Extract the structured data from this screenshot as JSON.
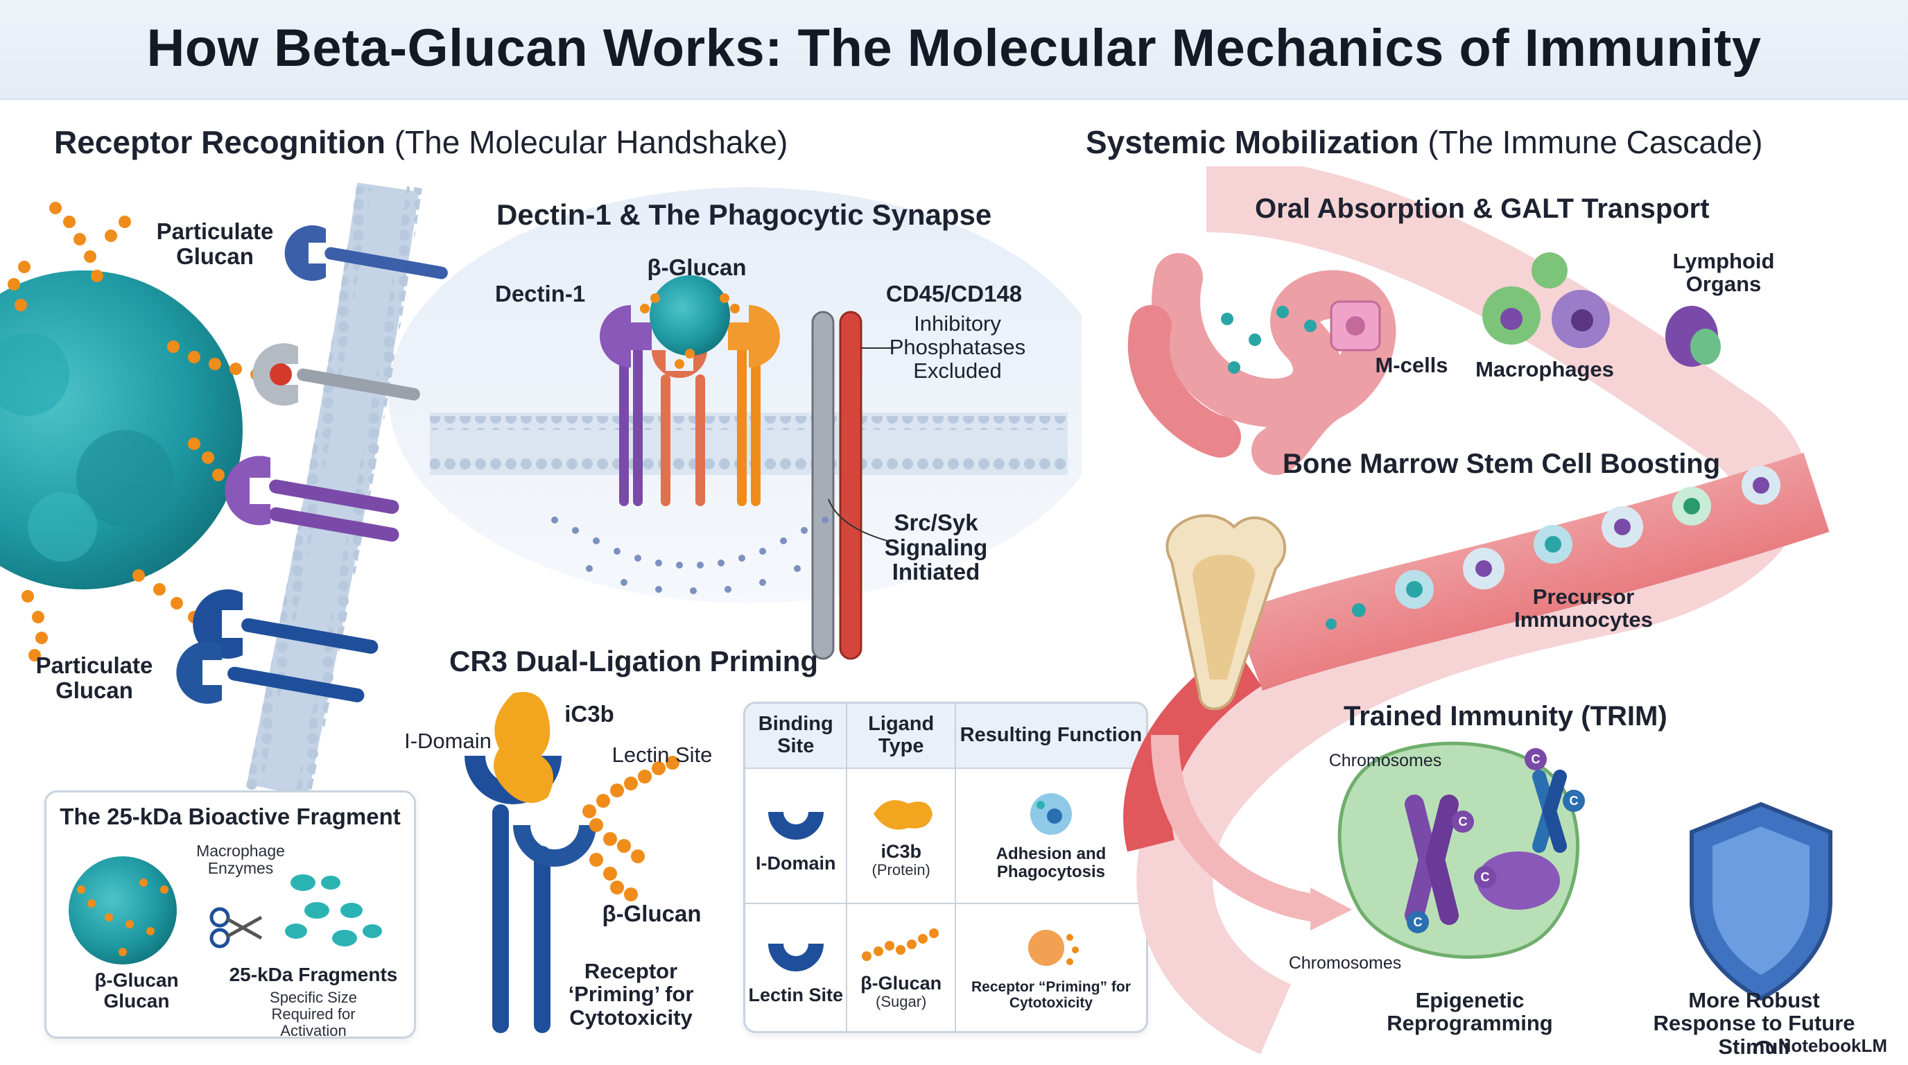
{
  "title": "How Beta-Glucan Works: The Molecular Mechanics of Immunity",
  "left_section": {
    "heading_bold": "Receptor Recognition",
    "heading_rest": "(The Molecular Handshake)",
    "particulate_top": "Particulate Glucan",
    "particulate_bottom": "Particulate Glucan"
  },
  "dectin": {
    "title": "Dectin-1 & The Phagocytic Synapse",
    "dectin_label": "Dectin-1",
    "glucan_label": "β-Glucan",
    "cd_label": "CD45/CD148",
    "phosphatase_label": "Inhibitory Phosphatases Excluded",
    "signal_label": "Src/Syk Signaling Initiated"
  },
  "cr3": {
    "title": "CR3 Dual-Ligation Priming",
    "ic3b_label": "iC3b",
    "idomain_label": "I-Domain",
    "lectin_label": "Lectin Site",
    "glucan_label": "β-Glucan",
    "priming_label": "Receptor ‘Priming’ for Cytotoxicity"
  },
  "fragment": {
    "title": "The 25-kDa Bioactive Fragment",
    "enzymes_label": "Macrophage Enzymes",
    "glucan_label": "β-Glucan Glucan",
    "fragments_label": "25-kDa Fragments",
    "fragments_sub": "Specific Size Required for Activation"
  },
  "table": {
    "headers": [
      "Binding Site",
      "Ligand Type",
      "Resulting Function"
    ],
    "rows": [
      {
        "site": "I-Domain",
        "ligand": "iC3b",
        "ligand_sub": "(Protein)",
        "function": "Adhesion and Phagocytosis"
      },
      {
        "site": "Lectin Site",
        "ligand": "β-Glucan",
        "ligand_sub": "(Sugar)",
        "function": "Receptor “Priming” for Cytotoxicity"
      }
    ]
  },
  "right_section": {
    "heading_bold": "Systemic Mobilization",
    "heading_rest": "(The Immune Cascade)",
    "oral_title": "Oral Absorption & GALT Transport",
    "mcells": "M-cells",
    "macrophages": "Macrophages",
    "lymphoid": "Lymphoid Organs",
    "bone_title": "Bone Marrow Stem Cell Boosting",
    "precursor": "Precursor Immunocytes",
    "trim_title": "Trained Immunity (TRIM)",
    "chromosomes_top": "Chromosomes",
    "chromosomes_bottom": "Chromosomes",
    "epigenetic": "Epigenetic Reprogramming",
    "robust": "More Robust Response to Future Stimuli",
    "c_mark": "C"
  },
  "brand": "NotebookLM",
  "colors": {
    "glucan_teal": "#1f9aa3",
    "glucan_bead": "#f08c1a",
    "dectin_purple": "#7a4aa8",
    "receptor_blue": "#1f4f9a",
    "cd_red": "#c8342c",
    "ic3b_orange": "#f2a51e",
    "vessel_red": "#d9464b",
    "cell_green": "#8fc98c",
    "shield_blue": "#3f72c0"
  }
}
